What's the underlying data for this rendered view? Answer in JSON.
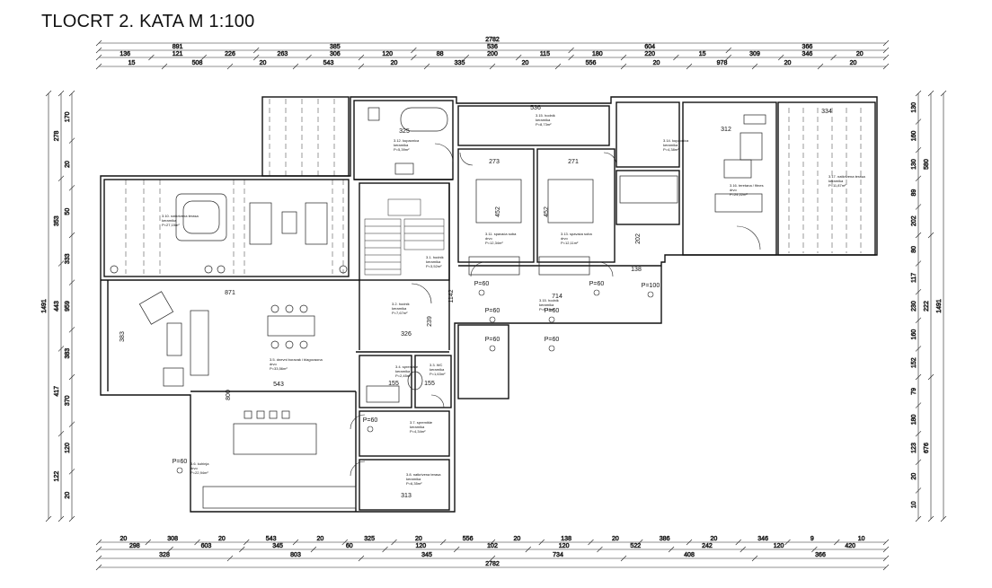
{
  "title": "TLOCRT 2. KATA M 1:100",
  "dims_top": {
    "row1": [
      "2782"
    ],
    "row2": [
      "891",
      "385",
      "536",
      "604",
      "366"
    ],
    "row3": [
      "136",
      "121",
      "226",
      "263",
      "306",
      "120",
      "88",
      "200",
      "115",
      "180",
      "220",
      "15",
      "309",
      "346",
      "20"
    ],
    "row4": [
      "15",
      "508",
      "20",
      "543",
      "20",
      "335",
      "20",
      "556",
      "20",
      "978",
      "20",
      "20"
    ]
  },
  "dims_bottom": {
    "row1": [
      "20",
      "308",
      "20",
      "543",
      "20",
      "325",
      "20",
      "556",
      "20",
      "138",
      "20",
      "386",
      "20",
      "346",
      "9",
      "10"
    ],
    "row2": [
      "298",
      "603",
      "345",
      "60",
      "120",
      "102",
      "120",
      "522",
      "242",
      "120",
      "420"
    ],
    "row3": [
      "328",
      "803",
      "345",
      "734",
      "408",
      "366"
    ],
    "row4": [
      "2782"
    ]
  },
  "dims_left": {
    "outer": [
      "1491"
    ],
    "mid": [
      "278",
      "353",
      "443",
      "417",
      "122"
    ],
    "inner": [
      "170",
      "20",
      "50",
      "333",
      "959",
      "383",
      "370",
      "120",
      "20"
    ]
  },
  "dims_right": {
    "outer": [
      "1491"
    ],
    "mid": [
      "580",
      "222",
      "676"
    ],
    "inner": [
      "130",
      "160",
      "130",
      "89",
      "202",
      "80",
      "117",
      "230",
      "160",
      "152",
      "79",
      "180",
      "123",
      "20",
      "10"
    ]
  },
  "interior_dims": [
    "325",
    "536",
    "273",
    "271",
    "312",
    "334",
    "871",
    "714",
    "138",
    "326",
    "239",
    "543",
    "155",
    "155",
    "313",
    "800",
    "383",
    "452",
    "1142",
    "202",
    "452"
  ],
  "rooms": [
    {
      "name": "3.10. natkrivena terasa",
      "floor": "keramika",
      "area": "P=27,15m²"
    },
    {
      "name": "3.12. kupaonica",
      "floor": "keramika",
      "area": "P=5,39m²"
    },
    {
      "name": "3.15. hodnik",
      "floor": "keramika",
      "area": "P=8,73m²"
    },
    {
      "name": "3.14. kupaonica",
      "floor": "keramika",
      "area": "P=4,38m²"
    },
    {
      "name": "3.16. teretana / fitnes",
      "floor": "drvo",
      "area": "P=24,22m²"
    },
    {
      "name": "3.17. natkrivena terasa",
      "floor": "keramika",
      "area": "P=11,87m²"
    },
    {
      "name": "3.11. spavaća soba",
      "floor": "drvo",
      "area": "P=12,34m²"
    },
    {
      "name": "3.13. spavaća soba",
      "floor": "drvo",
      "area": "P=12,11m²"
    },
    {
      "name": "3.1. hodnik",
      "floor": "keramika",
      "area": "P=3,52m²"
    },
    {
      "name": "3.2. hodnik",
      "floor": "keramika",
      "area": "P=7,67m²"
    },
    {
      "name": "3.15. hodnik",
      "floor": "keramika",
      "area": "P=6,13m²"
    },
    {
      "name": "3.5. dnevni boravak i blagovaona",
      "floor": "drvo",
      "area": "P=33,56m²"
    },
    {
      "name": "3.4. spremište",
      "floor": "keramika",
      "area": "P=2,45m²"
    },
    {
      "name": "3.3. WC",
      "floor": "keramika",
      "area": "P=1,63m²"
    },
    {
      "name": "3.7. spremište",
      "floor": "keramika",
      "area": "P=4,34m²"
    },
    {
      "name": "3.6. kuhinja",
      "floor": "drvo",
      "area": "P=22,94m²"
    },
    {
      "name": "3.8. natkrivena terasa",
      "floor": "keramika",
      "area": "P=6,35m²"
    }
  ],
  "openings": [
    "P=60",
    "P=60",
    "P=60",
    "P=60",
    "P=60",
    "P=60",
    "P=60",
    "P=60",
    "P=100"
  ]
}
